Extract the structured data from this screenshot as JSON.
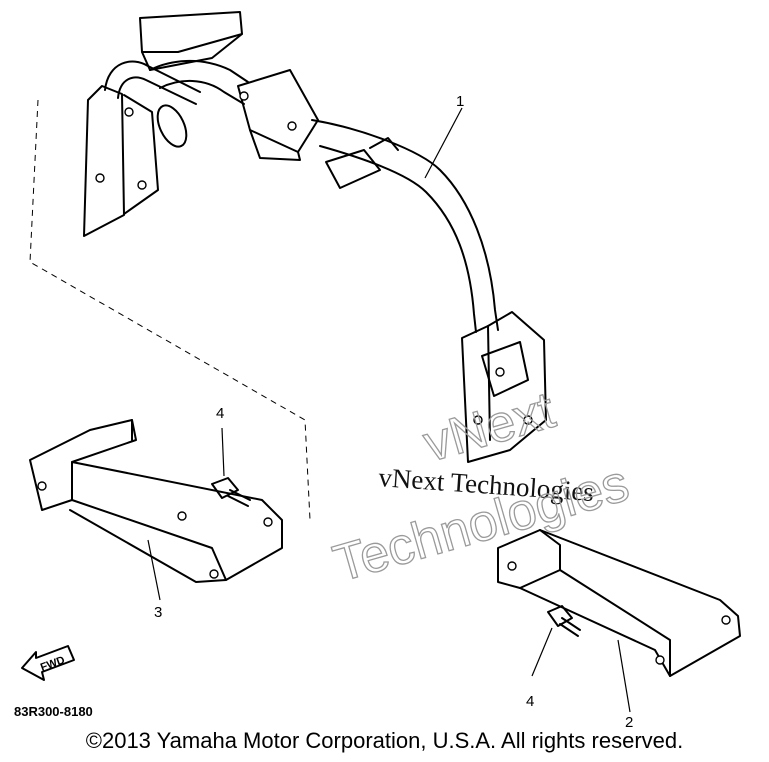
{
  "callouts": {
    "c1": "1",
    "c2": "2",
    "c3": "3",
    "c4a": "4",
    "c4b": "4"
  },
  "diagram_code": "83R300-8180",
  "direction_label": "FWD",
  "watermark": {
    "line1": "vNext Technologies",
    "line2": "vNext",
    "line3": "Technologies"
  },
  "copyright": "©2013 Yamaha Motor Corporation, U.S.A. All rights reserved."
}
